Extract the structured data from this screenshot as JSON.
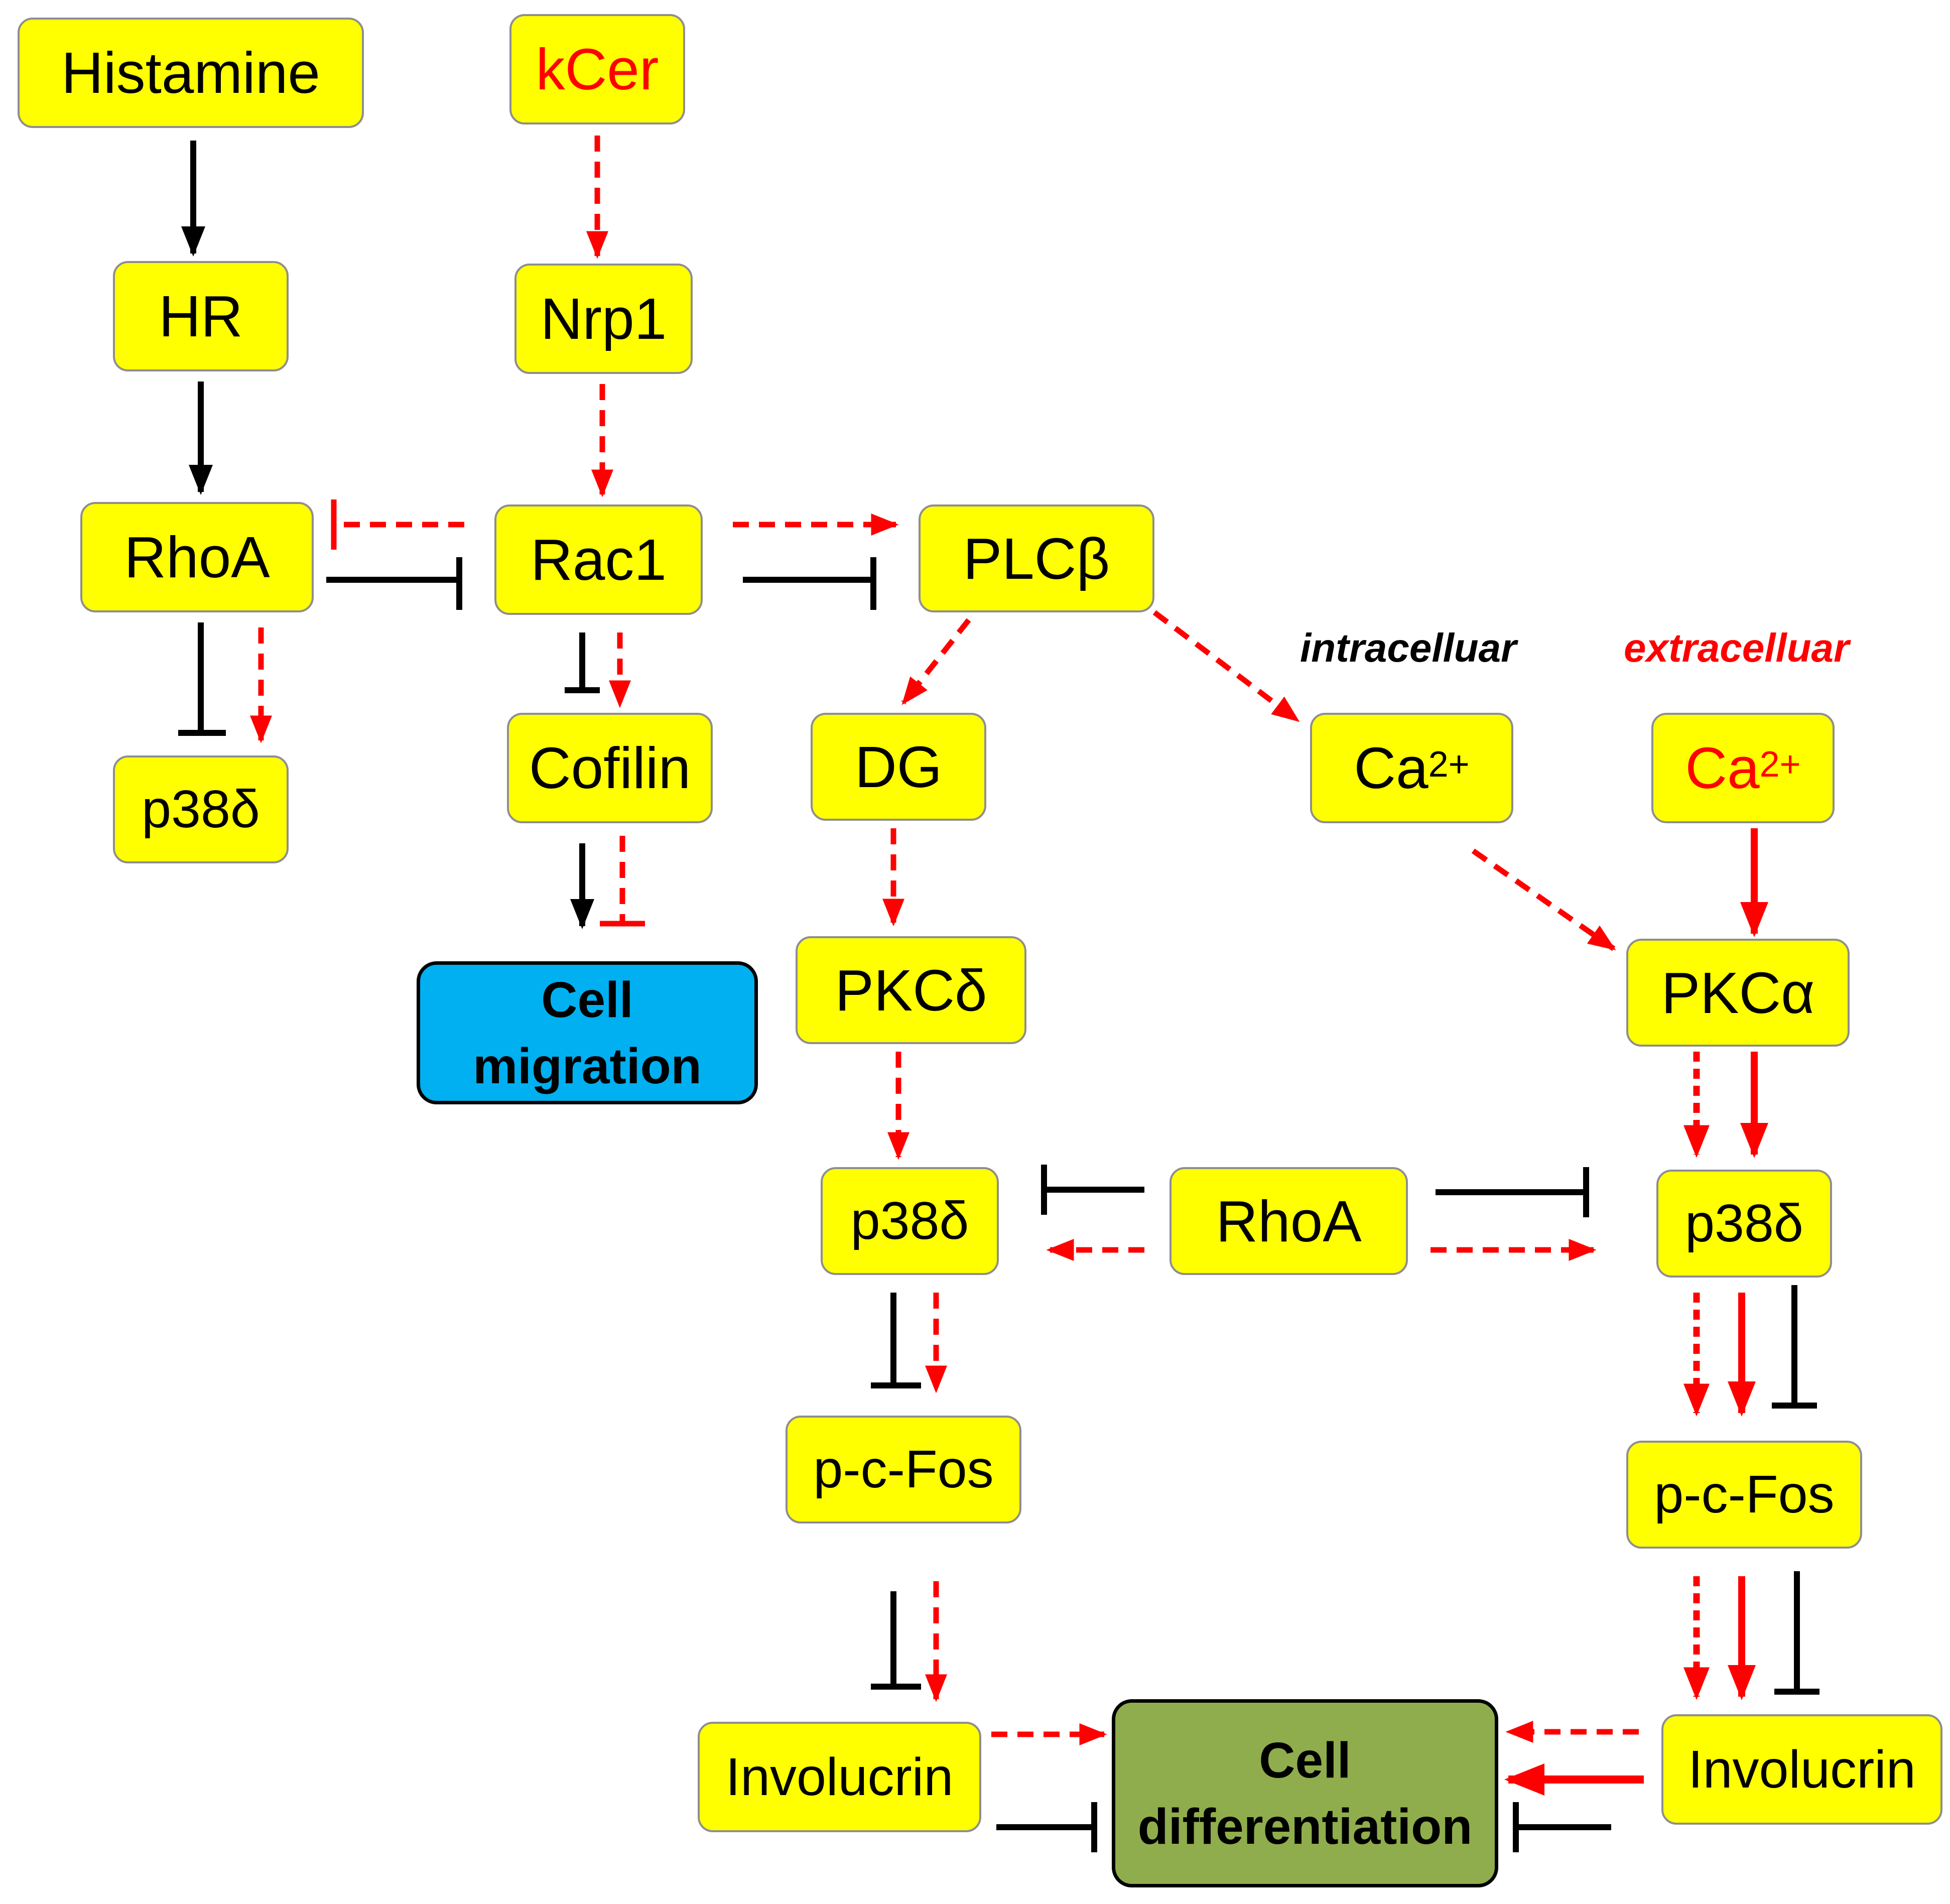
{
  "nodes": {
    "histamine": "Histamine",
    "kcer": "kCer",
    "hr": "HR",
    "nrp1": "Nrp1",
    "rhoa_top": "RhoA",
    "rac1": "Rac1",
    "plcb": "PLCβ",
    "p38d_left": "p38δ",
    "cofilin": "Cofilin",
    "dg": "DG",
    "ca_intra": "Ca",
    "ca_extra": "Ca",
    "ca_charge": "2+",
    "pkcd": "PKCδ",
    "pkca": "PKCα",
    "p38d_mid": "p38δ",
    "rhoa_mid": "RhoA",
    "p38d_right": "p38δ",
    "pcfos_mid": "p-c-Fos",
    "pcfos_right": "p-c-Fos",
    "involucrin_mid": "Involucrin",
    "involucrin_right": "Involucrin"
  },
  "outcomes": {
    "migration": {
      "line1": "Cell",
      "line2": "migration",
      "color": "#00b0f0"
    },
    "differentiation": {
      "line1": "Cell",
      "line2": "differentiation",
      "color": "#8fad4c"
    }
  },
  "context": {
    "intracellular": "intracelluar",
    "extracellular": "extracelluar"
  },
  "colors": {
    "node_fill": "#ffff00",
    "kcer_pathway": "#ff0000",
    "histamine_pathway": "#000000"
  }
}
